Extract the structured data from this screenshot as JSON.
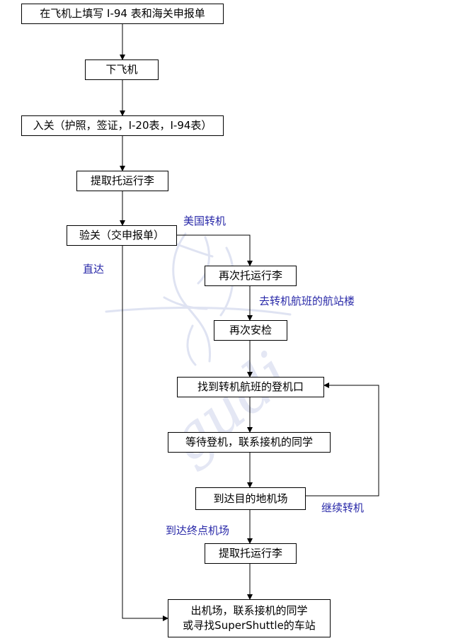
{
  "colors": {
    "line": "#000000",
    "label": "#2828a8",
    "watermark": "#dfe3f2"
  },
  "steps": [
    {
      "id": "fill-forms",
      "text": "在飞机上填写 I-94 表和海关申报单"
    },
    {
      "id": "deplane",
      "text": "下飞机"
    },
    {
      "id": "immigration",
      "text": "入关（护照，签证，I-20表，I-94表）"
    },
    {
      "id": "baggage-1",
      "text": "提取托运行李"
    },
    {
      "id": "customs",
      "text": "验关（交申报单）"
    },
    {
      "id": "recheck",
      "text": "再次托运行李"
    },
    {
      "id": "security",
      "text": "再次安检"
    },
    {
      "id": "find-gate",
      "text": "找到转机航班的登机口"
    },
    {
      "id": "wait-board",
      "text": "等待登机，联系接机的同学"
    },
    {
      "id": "arrive-dest",
      "text": "到达目的地机场"
    },
    {
      "id": "baggage-2",
      "text": "提取托运行李"
    },
    {
      "id": "exit",
      "lines": [
        "出机场，联系接机的同学",
        "或寻找SuperShuttle的车站"
      ]
    }
  ],
  "labels": {
    "us_transfer": "美国转机",
    "direct": "直达",
    "to_terminal": "去转机航班的航站楼",
    "continue_transfer": "继续转机",
    "final_airport": "到达终点机场"
  }
}
